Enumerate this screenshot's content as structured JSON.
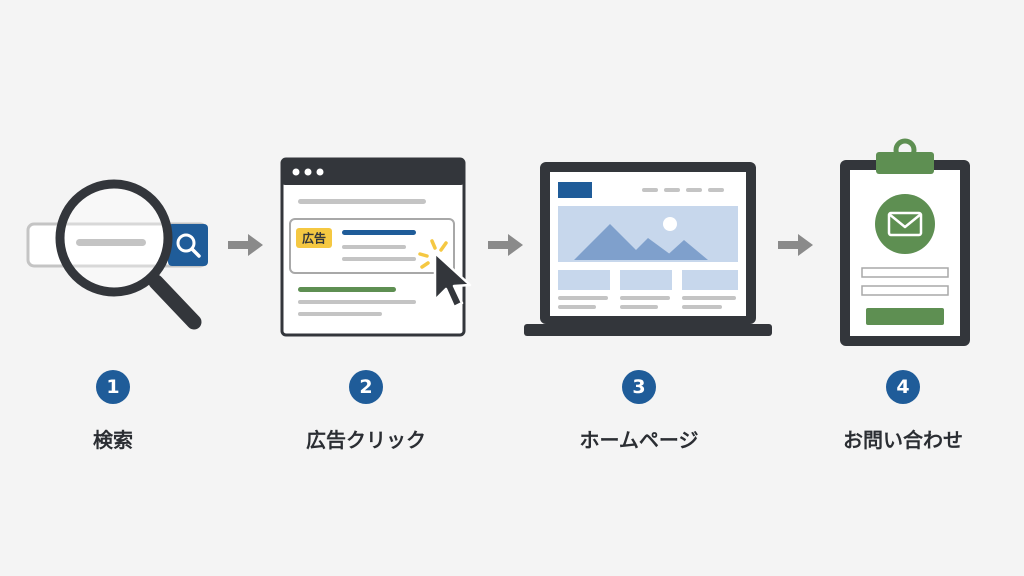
{
  "steps": [
    {
      "number": "1",
      "label": "検索",
      "icon": "magnifier-search-icon"
    },
    {
      "number": "2",
      "label": "広告クリック",
      "icon": "browser-ad-click-icon"
    },
    {
      "number": "3",
      "label": "ホームページ",
      "icon": "laptop-homepage-icon"
    },
    {
      "number": "4",
      "label": "お問い合わせ",
      "icon": "clipboard-contact-form-icon"
    }
  ],
  "ad_badge": "広告",
  "colors": {
    "primary_blue": "#1f5c99",
    "dark": "#33363b",
    "green": "#5e8f52",
    "yellow": "#f5c842",
    "gray_line": "#c4c4c4",
    "arrow_gray": "#8a8a8a",
    "light_blue": "#c7d7ec",
    "mid_blue": "#7fa0cc"
  }
}
